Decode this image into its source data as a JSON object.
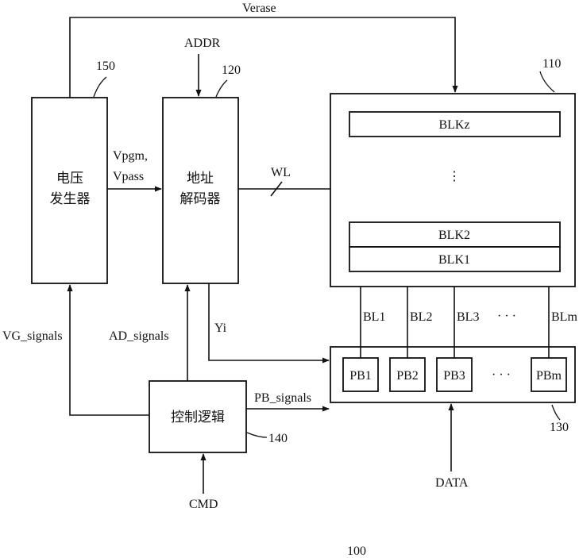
{
  "figure_number": "100",
  "blocks": {
    "memory_array": {
      "ref": "110",
      "rows": {
        "top": "BLKz",
        "dots": "⋮",
        "second": "BLK2",
        "bottom": "BLK1"
      }
    },
    "address_decoder": {
      "ref": "120",
      "label_line1": "地址",
      "label_line2": "解码器"
    },
    "page_buffer": {
      "ref": "130",
      "cells": [
        "PB1",
        "PB2",
        "PB3",
        "PBm"
      ],
      "dots": "· · ·"
    },
    "control_logic": {
      "ref": "140",
      "label": "控制逻辑"
    },
    "voltage_generator": {
      "ref": "150",
      "label_line1": "电压",
      "label_line2": "发生器"
    }
  },
  "signals": {
    "verase": "Verase",
    "addr": "ADDR",
    "vpgm": "Vpgm,",
    "vpass": "Vpass",
    "wl": "WL",
    "bitlines": [
      "BL1",
      "BL2",
      "BL3",
      "BLm"
    ],
    "bitline_dots": "· · ·",
    "yi": "Yi",
    "vg_signals": "VG_signals",
    "ad_signals": "AD_signals",
    "pb_signals": "PB_signals",
    "cmd": "CMD",
    "data": "DATA"
  }
}
